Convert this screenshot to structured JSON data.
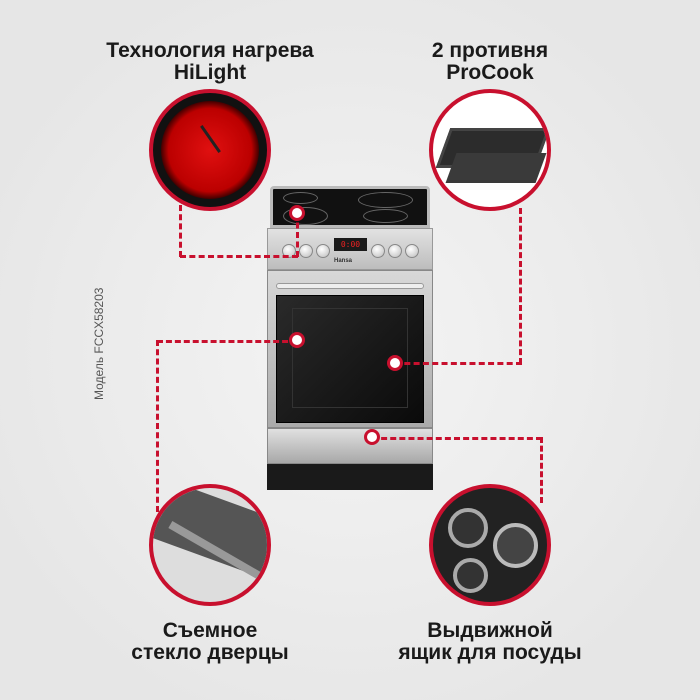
{
  "features": {
    "hob": {
      "line1": "Технология нагрева",
      "line2": "HiLight"
    },
    "trays": {
      "line1": "2 противня",
      "line2": "ProCook"
    },
    "door": {
      "line1": "Съемное",
      "line2": "стекло дверцы"
    },
    "drawer": {
      "line1": "Выдвижной",
      "line2": "ящик для посуды"
    }
  },
  "model_label": "Модель FCCX58203",
  "oven": {
    "brand": "Hansa",
    "display": "0:00"
  },
  "colors": {
    "accent": "#c8102e"
  }
}
